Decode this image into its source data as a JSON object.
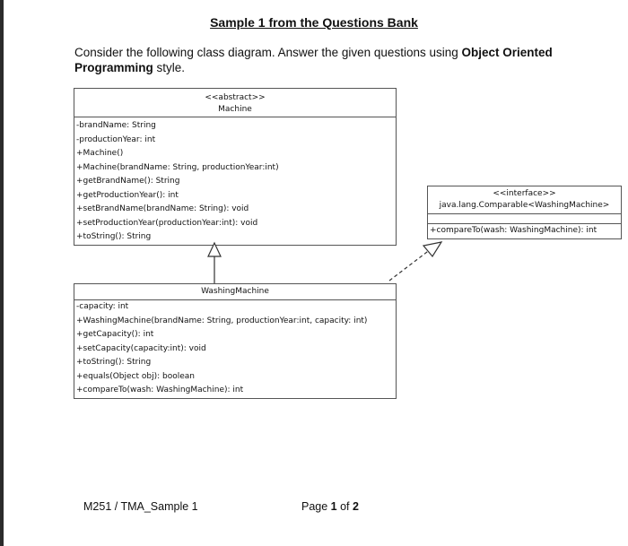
{
  "page": {
    "title": "Sample 1 from the Questions Bank",
    "intro_plain_1": "Consider the following class diagram. Answer the given questions using ",
    "intro_bold": "Object Oriented Programming",
    "intro_plain_2": " style."
  },
  "machine": {
    "stereotype": "<<abstract>>",
    "name": "Machine",
    "attributes": [
      "-brandName: String",
      "-productionYear: int"
    ],
    "methods": [
      "+Machine()",
      "+Machine(brandName: String, productionYear:int)",
      "+getBrandName(): String",
      "+getProductionYear(): int",
      "+setBrandName(brandName: String): void",
      "+setProductionYear(productionYear:int): void",
      "+toString(): String"
    ]
  },
  "washing_machine": {
    "name": "WashingMachine",
    "attributes": [
      "-capacity: int"
    ],
    "methods": [
      "+WashingMachine(brandName: String, productionYear:int, capacity: int)",
      "+getCapacity(): int",
      "+setCapacity(capacity:int): void",
      "+toString(): String",
      "+equals(Object obj): boolean",
      "+compareTo(wash: WashingMachine): int"
    ]
  },
  "interface": {
    "stereotype": "<<interface>>",
    "name": "java.lang.Comparable<WashingMachine>",
    "methods": [
      "+compareTo(wash: WashingMachine): int"
    ]
  },
  "footer": {
    "course": "M251 / TMA_Sample 1",
    "page_prefix": "Page ",
    "page_num": "1",
    "page_mid": " of ",
    "page_total": "2"
  },
  "colors": {
    "border": "#555555",
    "text": "#111111",
    "edge": "#2b2b2b"
  }
}
